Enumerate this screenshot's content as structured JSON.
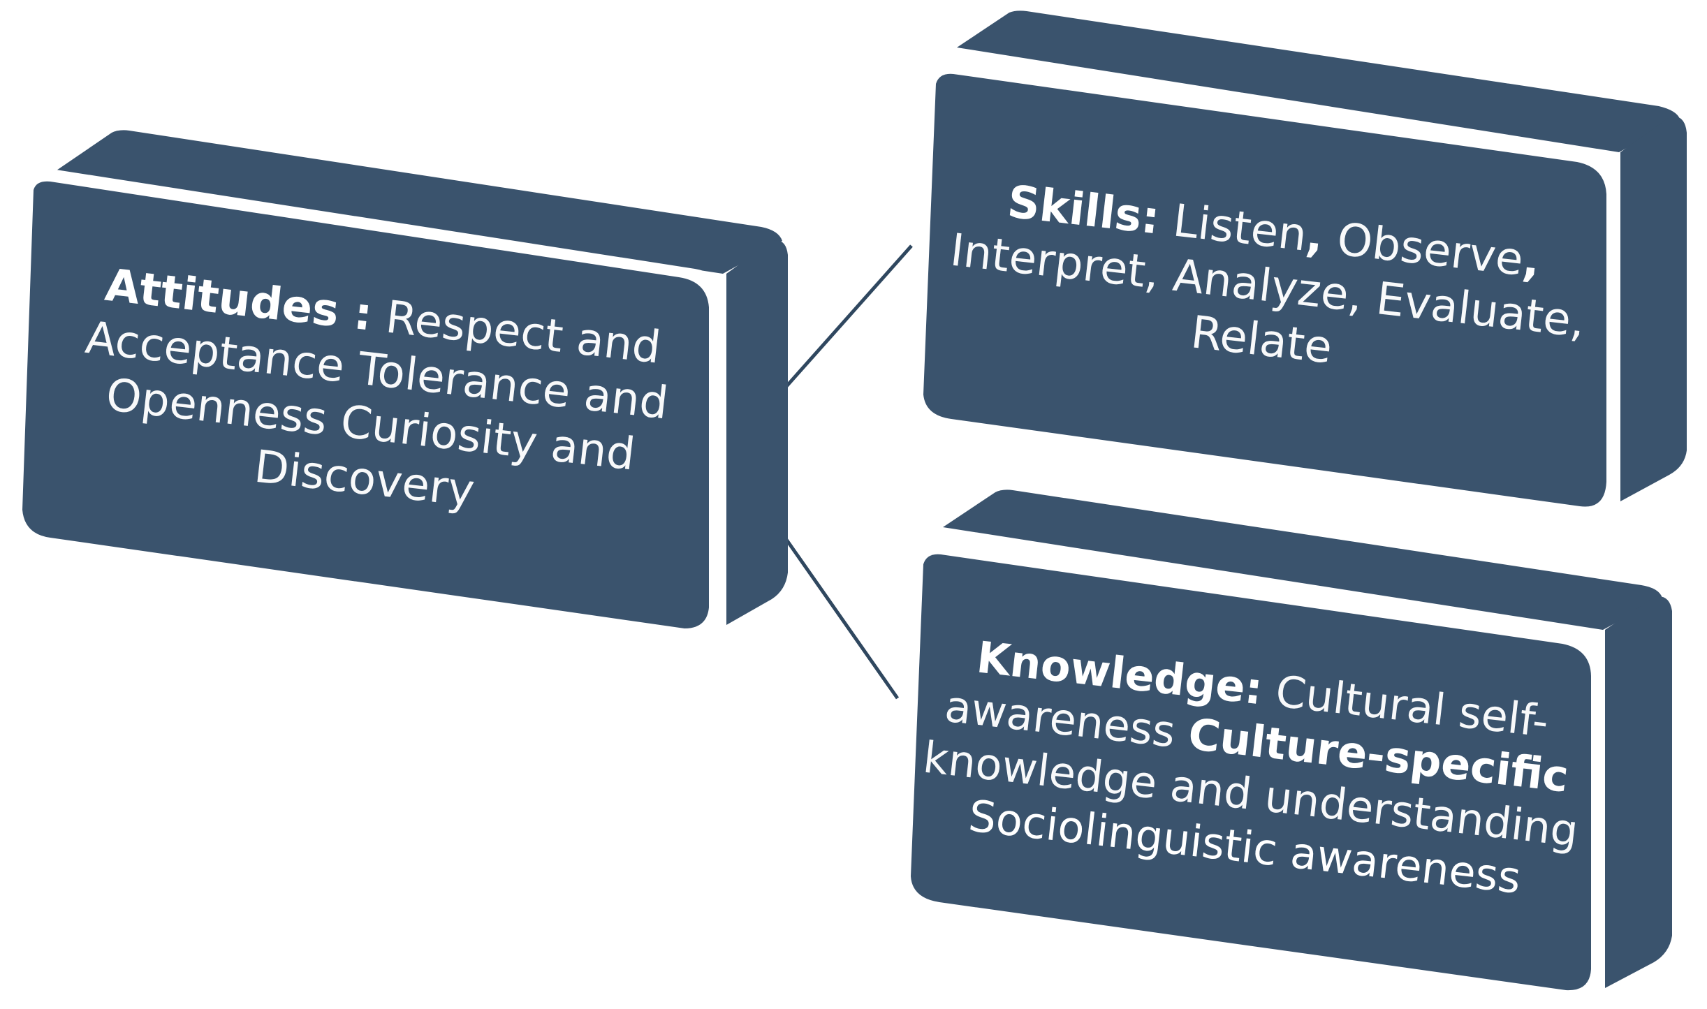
{
  "colors": {
    "box_face": "#3a536d",
    "box_side": "#3a536d",
    "box_edge": "#ffffff",
    "connector": "#2f475f",
    "text": "#ffffff",
    "background": "#ffffff"
  },
  "attitudes": {
    "heading": "Attitudes :",
    "line1_rest": " Respect and",
    "line2": "Acceptance Tolerance and",
    "line3": "Openness Curiosity and",
    "line4": "Discovery"
  },
  "skills": {
    "heading": "Skills:",
    "item1": " Listen",
    "sep1": ",",
    "item2": " Observe",
    "sep2": ",",
    "line2": "Interpret, Analyze, Evaluate,",
    "line3": "Relate"
  },
  "knowledge": {
    "heading": "Knowledge:",
    "line1_rest": " Cultural self-",
    "line2_light": "awareness ",
    "line2_bold": "Culture-specific",
    "line3": "knowledge and understanding",
    "line4": "Sociolinguistic awareness"
  }
}
